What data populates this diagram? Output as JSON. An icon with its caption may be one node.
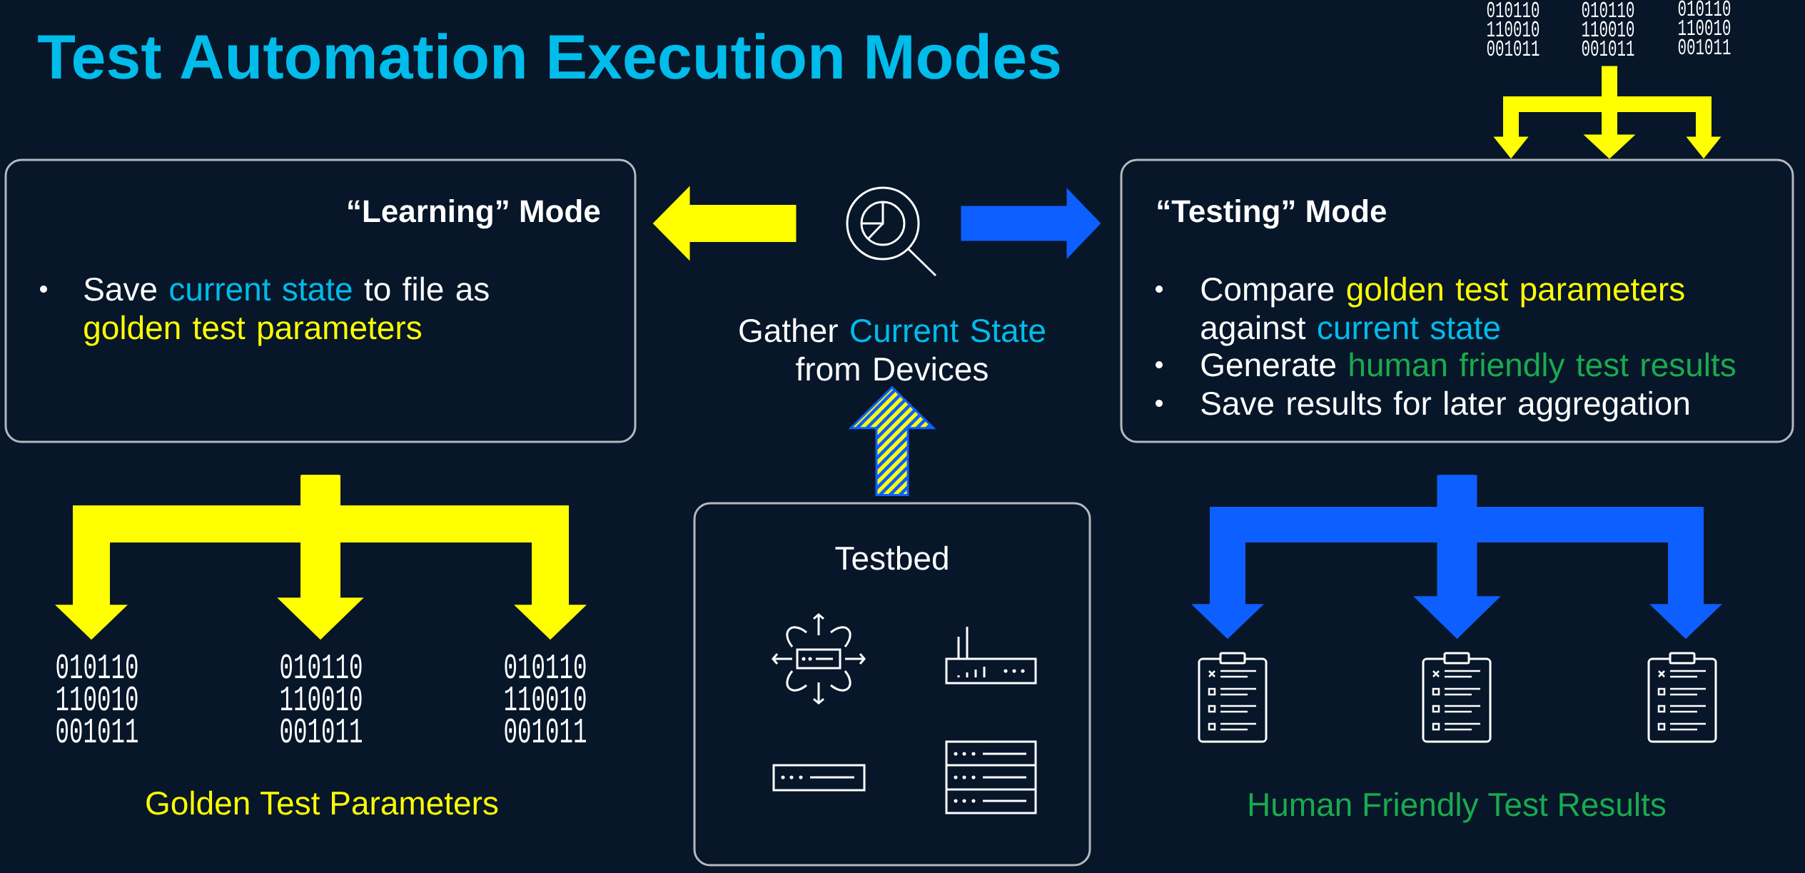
{
  "diagram": {
    "title": "Test Automation Execution Modes",
    "nodes": [
      {
        "text": [
          "010110 110010 001011"
        ]
      },
      {
        "text": [
          "010110 110010 001011"
        ]
      },
      {
        "text": [
          "010110 110010 001011"
        ]
      },
      {
        "text": [
          "“Learning” Mode",
          "Save current state to file as golden test parameters"
        ]
      },
      {
        "text": [],
        "shape": "picture"
      },
      {
        "text": [
          "“Testing” Mode",
          "Compare golden test parameters against current state",
          "Generate human friendly test results",
          "Save results for later aggregation"
        ]
      },
      {
        "text": [
          "Gather Current State from Devices"
        ]
      },
      {
        "text": [
          "Testbed"
        ]
      },
      {
        "text": [
          "010110 110010 001011"
        ]
      },
      {
        "text": [
          "010110 110010 001011"
        ]
      },
      {
        "text": [
          "010110 110010 001011"
        ]
      },
      {
        "text": [],
        "shape": "picture"
      },
      {
        "text": [],
        "shape": "picture"
      },
      {
        "text": [],
        "shape": "picture"
      }
    ],
    "edges": [
      {
        "from": 4,
        "to": 3,
        "arrow": "to"
      },
      {
        "from": 4,
        "to": 5,
        "arrow": "to",
        "color": "#0d5fff"
      },
      {
        "from": 7,
        "to": 6,
        "arrow": "to",
        "color": "#0d5fff"
      },
      {
        "from": 1,
        "to": 5,
        "arrow": "to"
      },
      {
        "from": 3,
        "to": 8,
        "arrow": "to"
      },
      {
        "from": 3,
        "to": 9,
        "arrow": "to"
      },
      {
        "from": 3,
        "to": 10,
        "arrow": "to"
      },
      {
        "from": 5,
        "to": 11,
        "arrow": "to",
        "color": "#0d5fff"
      },
      {
        "from": 5,
        "to": 12,
        "arrow": "to",
        "color": "#0d5fff"
      },
      {
        "from": 5,
        "to": 13,
        "arrow": "to",
        "color": "#0d5fff"
      }
    ],
    "labels": [
      "Golden Test Parameters",
      "Human Friendly Test Results"
    ]
  }
}
